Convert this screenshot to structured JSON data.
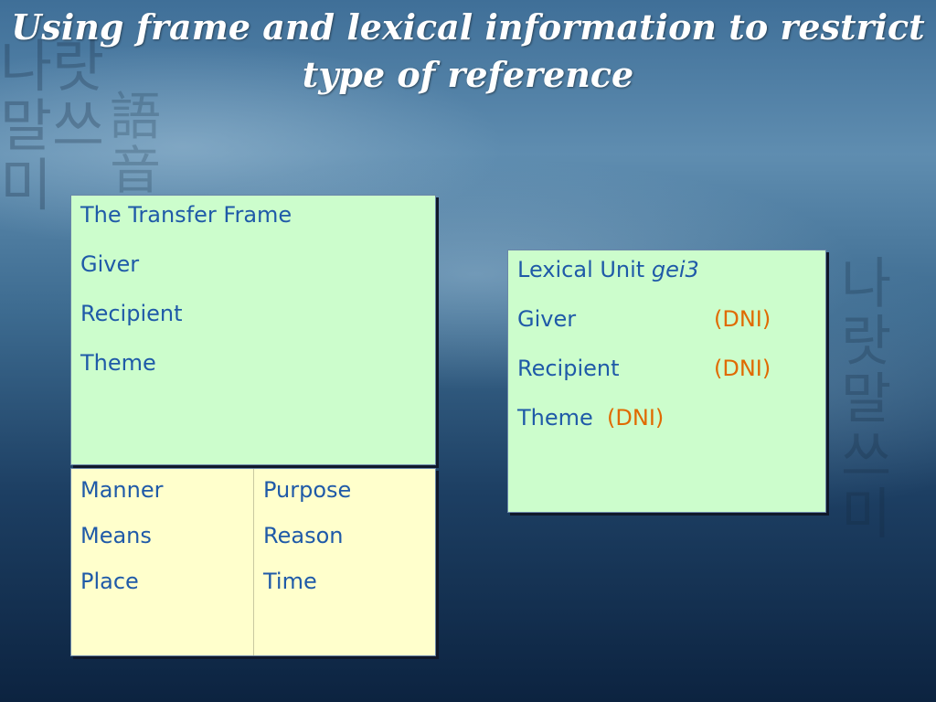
{
  "slide": {
    "title": "Using frame and lexical information to restrict type of reference"
  },
  "frame_box": {
    "title": "The Transfer Frame",
    "core_elements": [
      "Giver",
      "Recipient",
      "Theme"
    ]
  },
  "non_core": {
    "col1": [
      "Manner",
      "Means",
      "Place"
    ],
    "col2": [
      "Purpose",
      "Reason",
      "Time"
    ]
  },
  "lexical_unit": {
    "label": "Lexical Unit",
    "word": "gei3",
    "rows": [
      {
        "element": "Giver",
        "value": "(DNI)"
      },
      {
        "element": "Recipient",
        "value": "(DNI)"
      },
      {
        "element": "Theme",
        "value": "(DNI)"
      }
    ]
  },
  "background": {
    "left_glyphs": "나랏말쓰미",
    "left2_glyphs": "語音",
    "right_glyphs": "나랏말쓰미"
  },
  "colors": {
    "text_blue": "#1f5aa8",
    "dni_orange": "#e06a00",
    "green_box": "#ccfdcc",
    "yellow_box": "#ffffcc"
  }
}
